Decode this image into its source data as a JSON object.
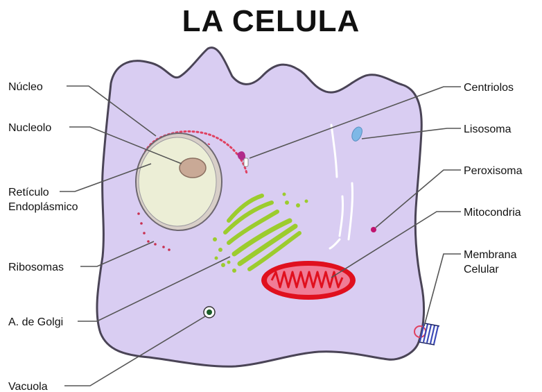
{
  "title": "LA CELULA",
  "labels_left": {
    "nucleo": "Núcleo",
    "nucleolo": "Nucleolo",
    "reticulo_line1": "Retículo",
    "reticulo_line2": "Endoplásmico",
    "ribosomas": "Ribosomas",
    "golgi": "A. de Golgi",
    "vacuola": "Vacuola"
  },
  "labels_right": {
    "centriolos": "Centriolos",
    "lisosoma": "Lisosoma",
    "peroxisoma": "Peroxisoma",
    "mitocondria": "Mitocondria",
    "membrana_line1": "Membrana",
    "membrana_line2": "Celular"
  },
  "colors": {
    "cytoplasm": "#d9cdf2",
    "nucleus": "#eceed6",
    "nucleolus": "#c9a996",
    "golgi": "#9ccc2e",
    "mitochondria": "#e0101e",
    "reticulum": "#e04060",
    "centriole": "#b02a8a",
    "lysosome": "#7eb8e6",
    "peroxisome": "#c0146e"
  }
}
